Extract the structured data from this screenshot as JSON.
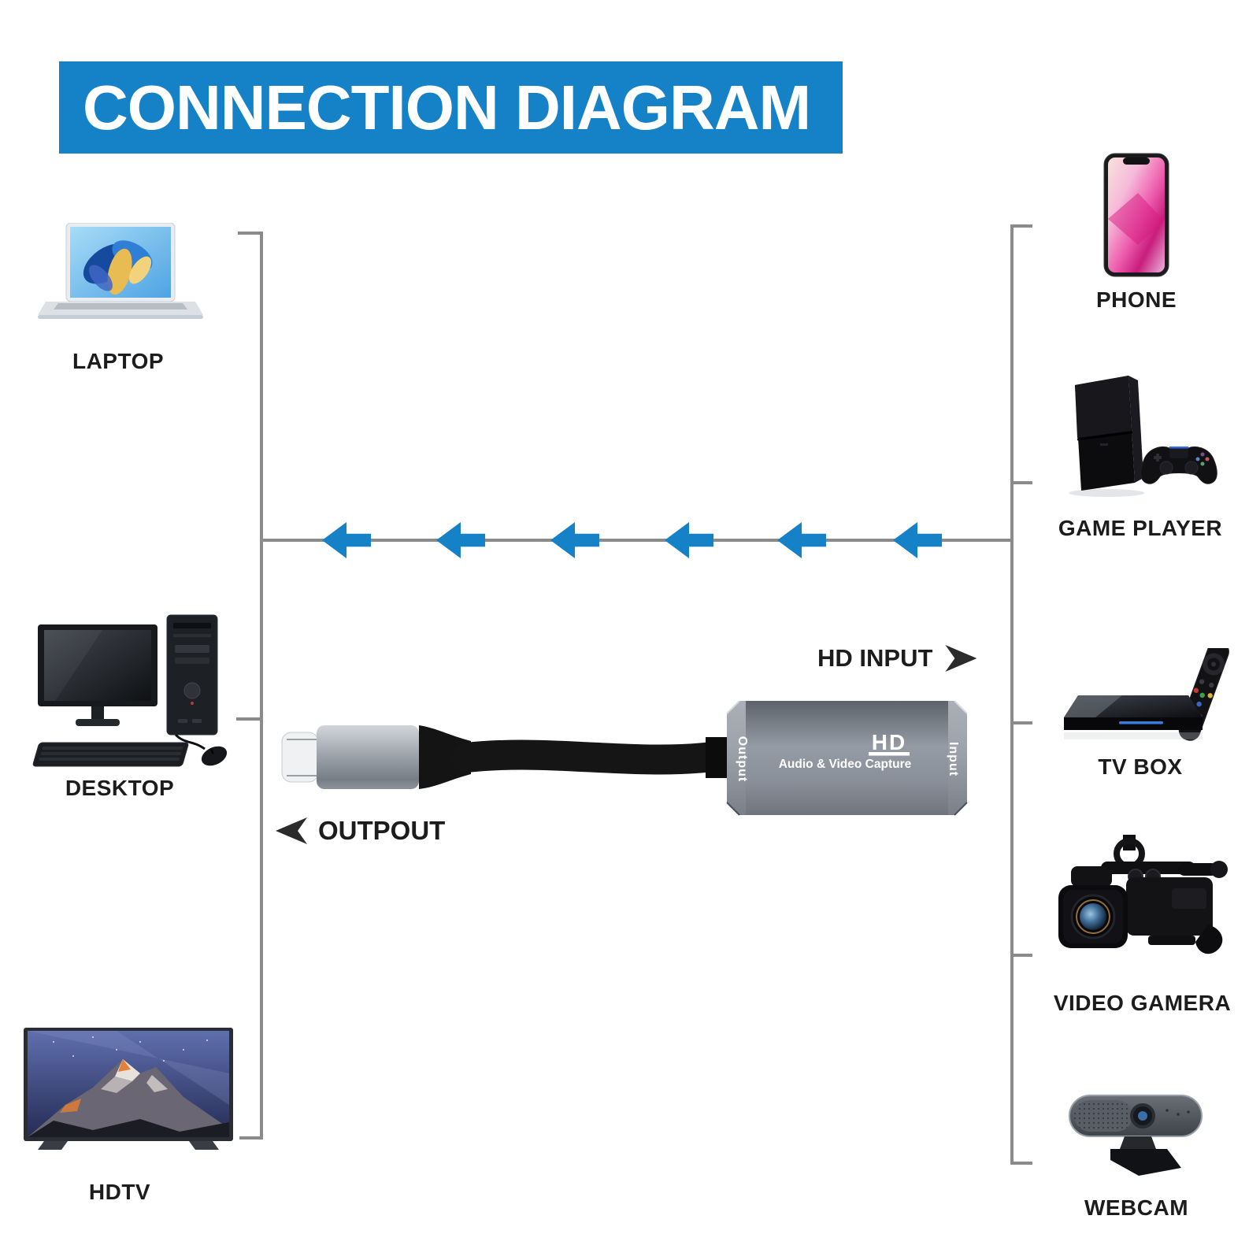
{
  "header": {
    "title": "CONNECTION DIAGRAM",
    "bg_color": "#1581c7",
    "text_color": "#ffffff"
  },
  "left_devices": [
    {
      "id": "laptop",
      "label": "LAPTOP"
    },
    {
      "id": "desktop",
      "label": "DESKTOP"
    },
    {
      "id": "hdtv",
      "label": "HDTV"
    }
  ],
  "right_devices": [
    {
      "id": "phone",
      "label": "PHONE"
    },
    {
      "id": "game-player",
      "label": "GAME PLAYER"
    },
    {
      "id": "tv-box",
      "label": "TV BOX"
    },
    {
      "id": "video-camera",
      "label": "VIDEO GAMERA"
    },
    {
      "id": "webcam",
      "label": "WEBCAM"
    }
  ],
  "capture_device": {
    "logo": "HD",
    "caption": "Audio & Video Capture",
    "left_port_label": "Output",
    "right_port_label": "Input"
  },
  "annotations": {
    "hd_input": "HD INPUT",
    "output": "OUTPOUT"
  },
  "flow": {
    "direction": "right_to_left",
    "arrow_count": 6
  },
  "icons": {
    "flow_arrow": "arrow-left-icon",
    "hd_input_arrow": "chevron-right-icon",
    "output_arrow": "chevron-left-icon"
  },
  "colors": {
    "accent_blue": "#1581c7",
    "line_gray": "#8b8b8b",
    "label_black": "#1c1c1c",
    "device_body_gray": "#878d96",
    "annotation_arrow": "#2b2b2b"
  }
}
